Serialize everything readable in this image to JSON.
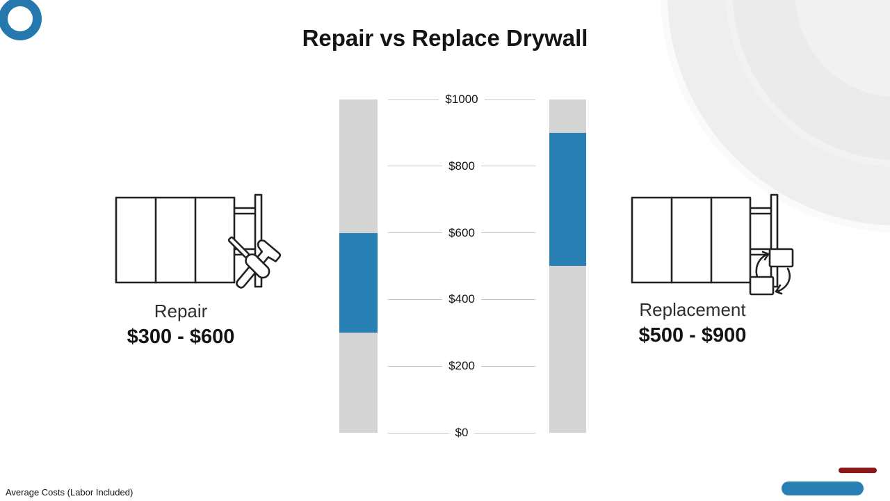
{
  "header": {
    "title": "Repair vs Replace Drywall"
  },
  "footer": {
    "note": "Average Costs (Labor Included)"
  },
  "chart_data": {
    "type": "bar",
    "title": "Repair vs Replace Drywall",
    "subtitle": "Average Costs (Labor Included)",
    "categories": [
      "Repair",
      "Replacement"
    ],
    "series": [
      {
        "name": "Repair",
        "low": 300,
        "high": 600,
        "range_label": "$300 - $600"
      },
      {
        "name": "Replacement",
        "low": 500,
        "high": 900,
        "range_label": "$500 - $900"
      }
    ],
    "axis": {
      "tick_labels": [
        "$1000",
        "$800",
        "$600",
        "$400",
        "$200",
        "$0"
      ],
      "tick_values": [
        1000,
        800,
        600,
        400,
        200,
        0
      ],
      "ylim": [
        0,
        1000
      ],
      "grid": "center ruler with tick labels between two bars",
      "legend": "none"
    },
    "colors": {
      "range_fill": "#2980B4",
      "track_fill": "#D4D4D4"
    }
  },
  "figures": {
    "left": {
      "label": "Repair",
      "range": "$300 - $600",
      "icon": "drywall-repair-icon"
    },
    "right": {
      "label": "Replacement",
      "range": "$500 - $900",
      "icon": "drywall-replace-icon"
    }
  },
  "decorations": {
    "logo_icon": "blue-ring-logo",
    "logo_color": "#2478AE",
    "red_dash_color": "#8A171A",
    "blue_pill_color": "#2980B4",
    "bg_rings_icon": "concentric-circles-watermark"
  }
}
